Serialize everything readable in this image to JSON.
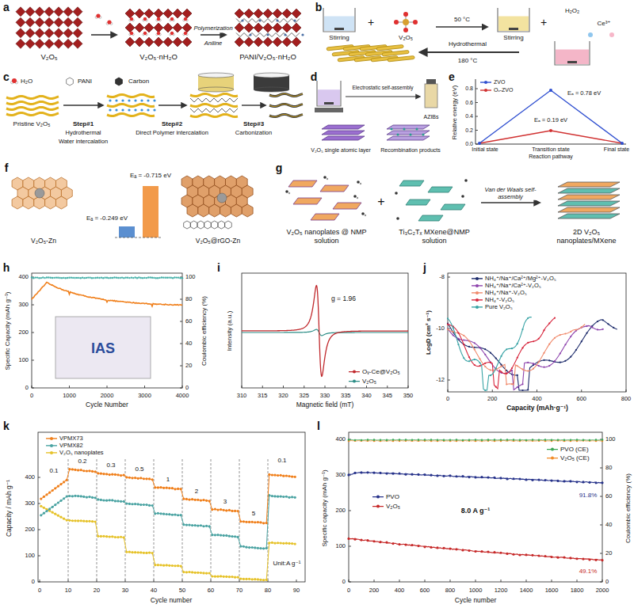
{
  "diagram": {
    "nodes": [
      {
        "text": [
          "V₂O₅"
        ]
      },
      {
        "text": [
          "V₂O₅·nH₂O"
        ]
      },
      {
        "text": [
          "PANI/V₂O₅·nH₂O"
        ]
      },
      {
        "text": [
          "V₂O₅ nanoplates @ NMP solution"
        ]
      },
      {
        "text": [
          "Ti₃C₂Tₓ MXene@NMP solution"
        ]
      },
      {
        "text": [
          "2D V₂O₅ nanoplates/MXene"
        ]
      }
    ],
    "edges": [
      {
        "from": 0,
        "to": 1,
        "arrow": "to"
      },
      {
        "from": 1,
        "to": 2,
        "label": "Polymerization",
        "arrow": "to"
      },
      {
        "from": 4,
        "to": 5,
        "label": "Van der Waals self-assembly",
        "arrow": "to"
      }
    ],
    "labels": [
      "a",
      "Aniline",
      "b",
      "Stirring",
      "+",
      "V₂O₅",
      "50 °C",
      "Stirring",
      "+",
      "H₂O₂",
      "Ce³⁺",
      "Hydrothermal",
      "180 °C",
      "c",
      "H₂O",
      "PANI",
      "Carbon",
      "Pristine V₂O₅",
      "Step#1",
      "Hydrothermal",
      "Water intercalation",
      "Step#2",
      "Direct Polymer intercalation",
      "Step#3",
      "Carbonization",
      "d",
      "Electrostatic self-assembly",
      "AZIBs",
      "V₂O₅ single atomic layer",
      "Recombination products",
      "e",
      "Relative energy (eV)",
      "0.0",
      "0.2",
      "0.4",
      "0.6",
      "0.8",
      "Eₐ = 0.78 eV",
      "Eₐ = 0.19 eV",
      "Initial state",
      "Transition state",
      "Final state",
      "Reaction pathway",
      "f",
      "Eₐ = -0.715 eV",
      "Eₐ = -0.249 eV",
      "V₂O₅-Zn",
      "V₂O₅@rGO-Zn",
      "g",
      "+",
      "h",
      "Specific Capacity (mAh g⁻¹)",
      "Coulombic efficiency (%)",
      "Cycle Number",
      "0",
      "1000",
      "2000",
      "3000",
      "4000",
      "0",
      "100",
      "200",
      "300",
      "400",
      "0",
      "20",
      "40",
      "60",
      "80",
      "100",
      "IAS",
      "i",
      "Intensity (a.u.)",
      "Magnetic field (mT)",
      "310",
      "315",
      "320",
      "325",
      "330",
      "335",
      "340",
      "345",
      "350",
      "g = 1.96",
      "j",
      "LogD (cm² s⁻¹)",
      "Capacity (mAh·g⁻¹)",
      "0",
      "200",
      "400",
      "600",
      "800",
      "-8",
      "-10",
      "-12",
      "k",
      "Capacity / mAh g⁻¹",
      "Cycle number",
      "0",
      "10",
      "20",
      "30",
      "40",
      "50",
      "60",
      "70",
      "80",
      "90",
      "0",
      "100",
      "200",
      "300",
      "400",
      "Unit:A g⁻¹",
      "0.1",
      "0.2",
      "0.3",
      "0.5",
      "1",
      "2",
      "3",
      "5",
      "0.1",
      "l",
      "Specific capacity (mAh g⁻¹)",
      "Coulombic efficiency (%)",
      "Cycle number",
      "0",
      "200",
      "400",
      "600",
      "800",
      "1000",
      "1200",
      "1400",
      "1600",
      "1800",
      "2000",
      "0",
      "100",
      "200",
      "300",
      "400",
      "0",
      "20",
      "40",
      "60",
      "80",
      "100",
      "8.0 A g⁻¹",
      "91.8%",
      "49.1%"
    ],
    "legend": [
      {
        "text": "ZVO"
      },
      {
        "text": "Oᵥ-ZVO"
      },
      {
        "text": "Oᵥ-Ce@V₂O₅"
      },
      {
        "text": "V₂O₅"
      },
      {
        "text": "NH₄⁺/Na⁺/Ca²⁺/Mg²⁺-V₂O₅"
      },
      {
        "text": "NH₄⁺/Na⁺/Ca²⁺-V₂O₅"
      },
      {
        "text": "NH₄⁺/Na⁺-V₂O₅"
      },
      {
        "text": "NH₄⁺-V₂O₅"
      },
      {
        "text": "Pure V₂O₅"
      },
      {
        "text": "VPMX73"
      },
      {
        "text": "VPMX82"
      },
      {
        "text": "V₂O₅ nanoplates"
      },
      {
        "text": "PVO (CE)"
      },
      {
        "text": "V₂O₅ (CE)"
      },
      {
        "text": "PVO"
      },
      {
        "text": "V₂O₅"
      }
    ]
  }
}
